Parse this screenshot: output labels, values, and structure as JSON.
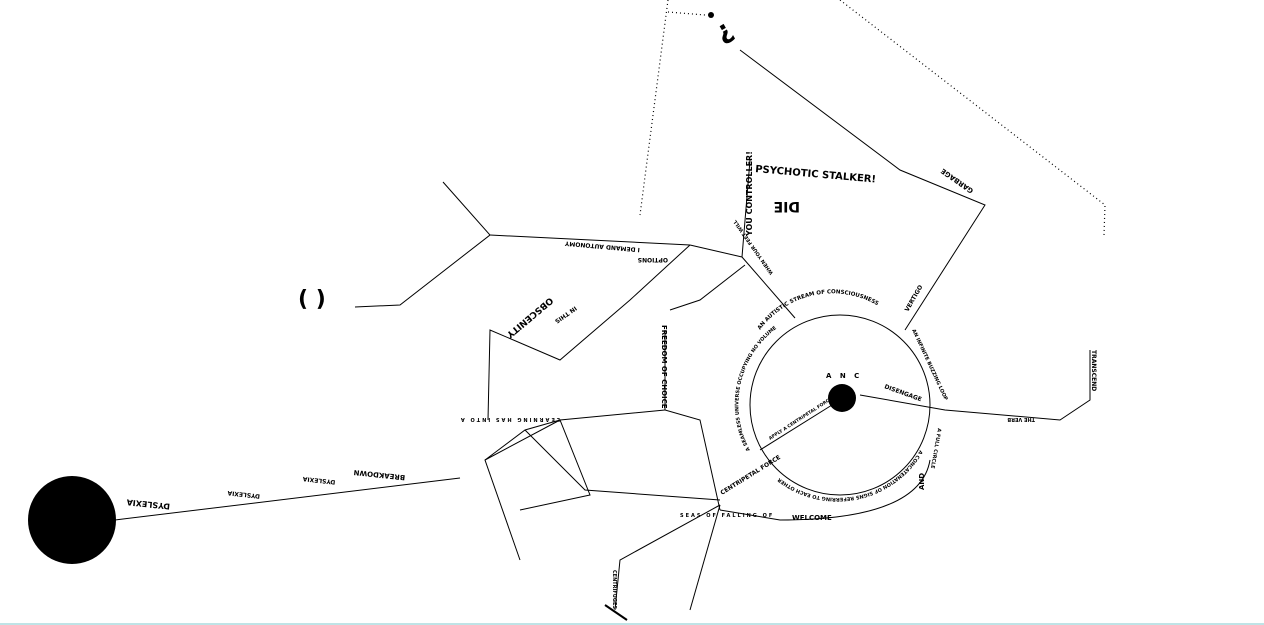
{
  "labels": {
    "psychotic": "PSYCHOTIC STALKER!",
    "die": "DIE",
    "controller": "YOU CONTROLLER!",
    "autonomy": "I DEMAND AUTONOMY",
    "options": "OPTIONS",
    "obscenity": "OBSCENITY",
    "in_this": "IN THIS",
    "freedom": "FREEDOM OF CHOICE",
    "stream": "AN AUTISTIC STREAM OF CONSCIOUSNESS",
    "vertigo": "VERTIGO",
    "loop": "AN INFINITE BUZZING LOOP",
    "full_circle": "A FULL CIRCLE",
    "concatenation": "A CONCATENATION OF SIGNS REFERRING TO EACH OTHER",
    "and": "AND",
    "welcome": "WELCOME",
    "disengage": "DISENGAGE",
    "garbage": "GARBAGE",
    "transcend": "TRANSCEND",
    "verb": "THE VERB",
    "breakdown": "BREAKDOWN",
    "dyslexia": "DYSLEXIA",
    "centripetal": "CENTRIPETAL FORCE",
    "centrifuges": "CENTRIFUGES",
    "feet": "WHEN YOUR FEET WILL",
    "learning": "LEARNING HAS INTO A",
    "falling": "SEAS OF FALLING OF",
    "universe": "A SEAMLESS UNIVERSE OCCUPYING NO VOLUME",
    "apply": "APPLY A CENTRIPETAL FORCE",
    "parens": "( )",
    "center": "A N C"
  },
  "colors": {
    "ink": "#000000",
    "bottom_bar": "#bfe3e6"
  }
}
